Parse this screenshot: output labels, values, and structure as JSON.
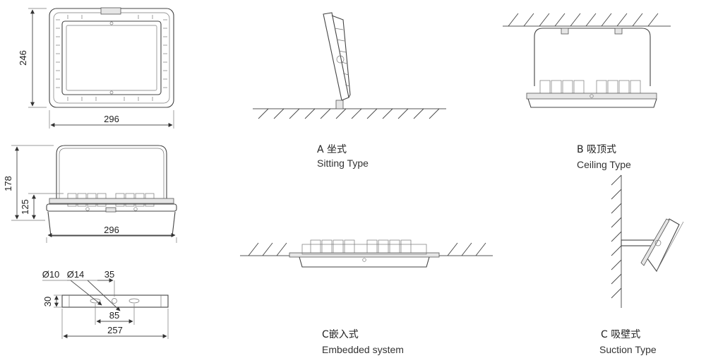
{
  "dimensions": {
    "front_width": "296",
    "front_height": "246",
    "side_width": "296",
    "side_total_height": "178",
    "side_body_height": "125",
    "bracket_hole_small": "Ø10",
    "bracket_hole_large": "Ø14",
    "bracket_offset": "35",
    "bracket_height": "30",
    "bracket_spacing": "85",
    "bracket_length": "257"
  },
  "installations": [
    {
      "id": "A",
      "title": "A  坐式",
      "subtitle": "Sitting Type"
    },
    {
      "id": "B",
      "title": "B 吸顶式",
      "subtitle": "Ceiling Type"
    },
    {
      "id": "C1",
      "title": "C嵌入式",
      "subtitle": "Embedded system"
    },
    {
      "id": "C2",
      "title": "C  吸壁式",
      "subtitle": "Suction Type"
    }
  ]
}
